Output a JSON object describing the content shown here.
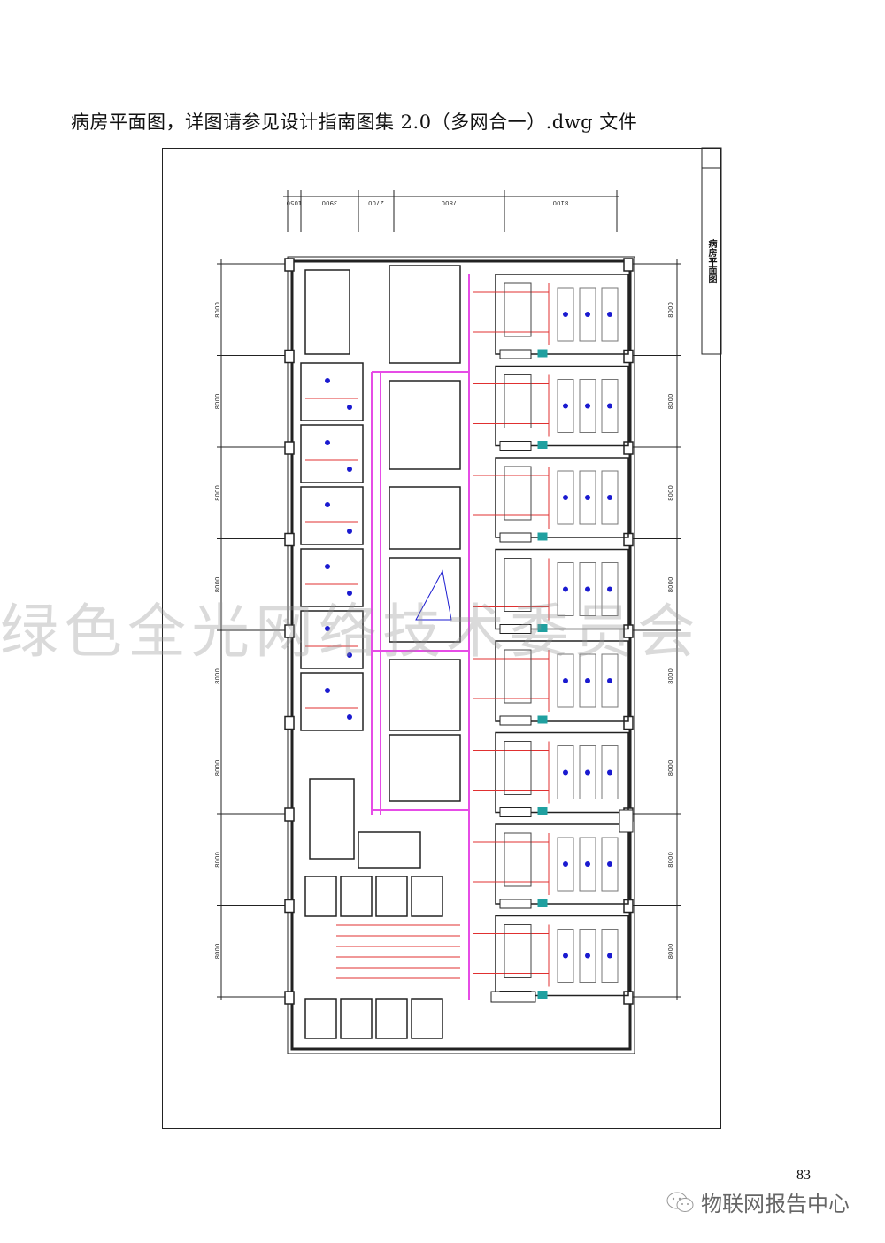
{
  "caption": "病房平面图，详图请参见设计指南图集 2.0（多网合一）.dwg 文件",
  "drawing": {
    "title_block": "病房平面图",
    "top_dimensions": [
      "1050",
      "3900",
      "2700",
      "7800",
      "8100"
    ],
    "side_dimension": "8000",
    "colors": {
      "walls": "#222222",
      "pink_trunk": "#e64ce6",
      "red_lines": "#e03030",
      "blue_devices": "#1a1ad0",
      "cyan_devices": "#20a0a0"
    }
  },
  "watermark": "绿色全光网络技术委员会",
  "page_number": "83",
  "source": {
    "icon": "wechat-icon",
    "label": "物联网报告中心"
  }
}
